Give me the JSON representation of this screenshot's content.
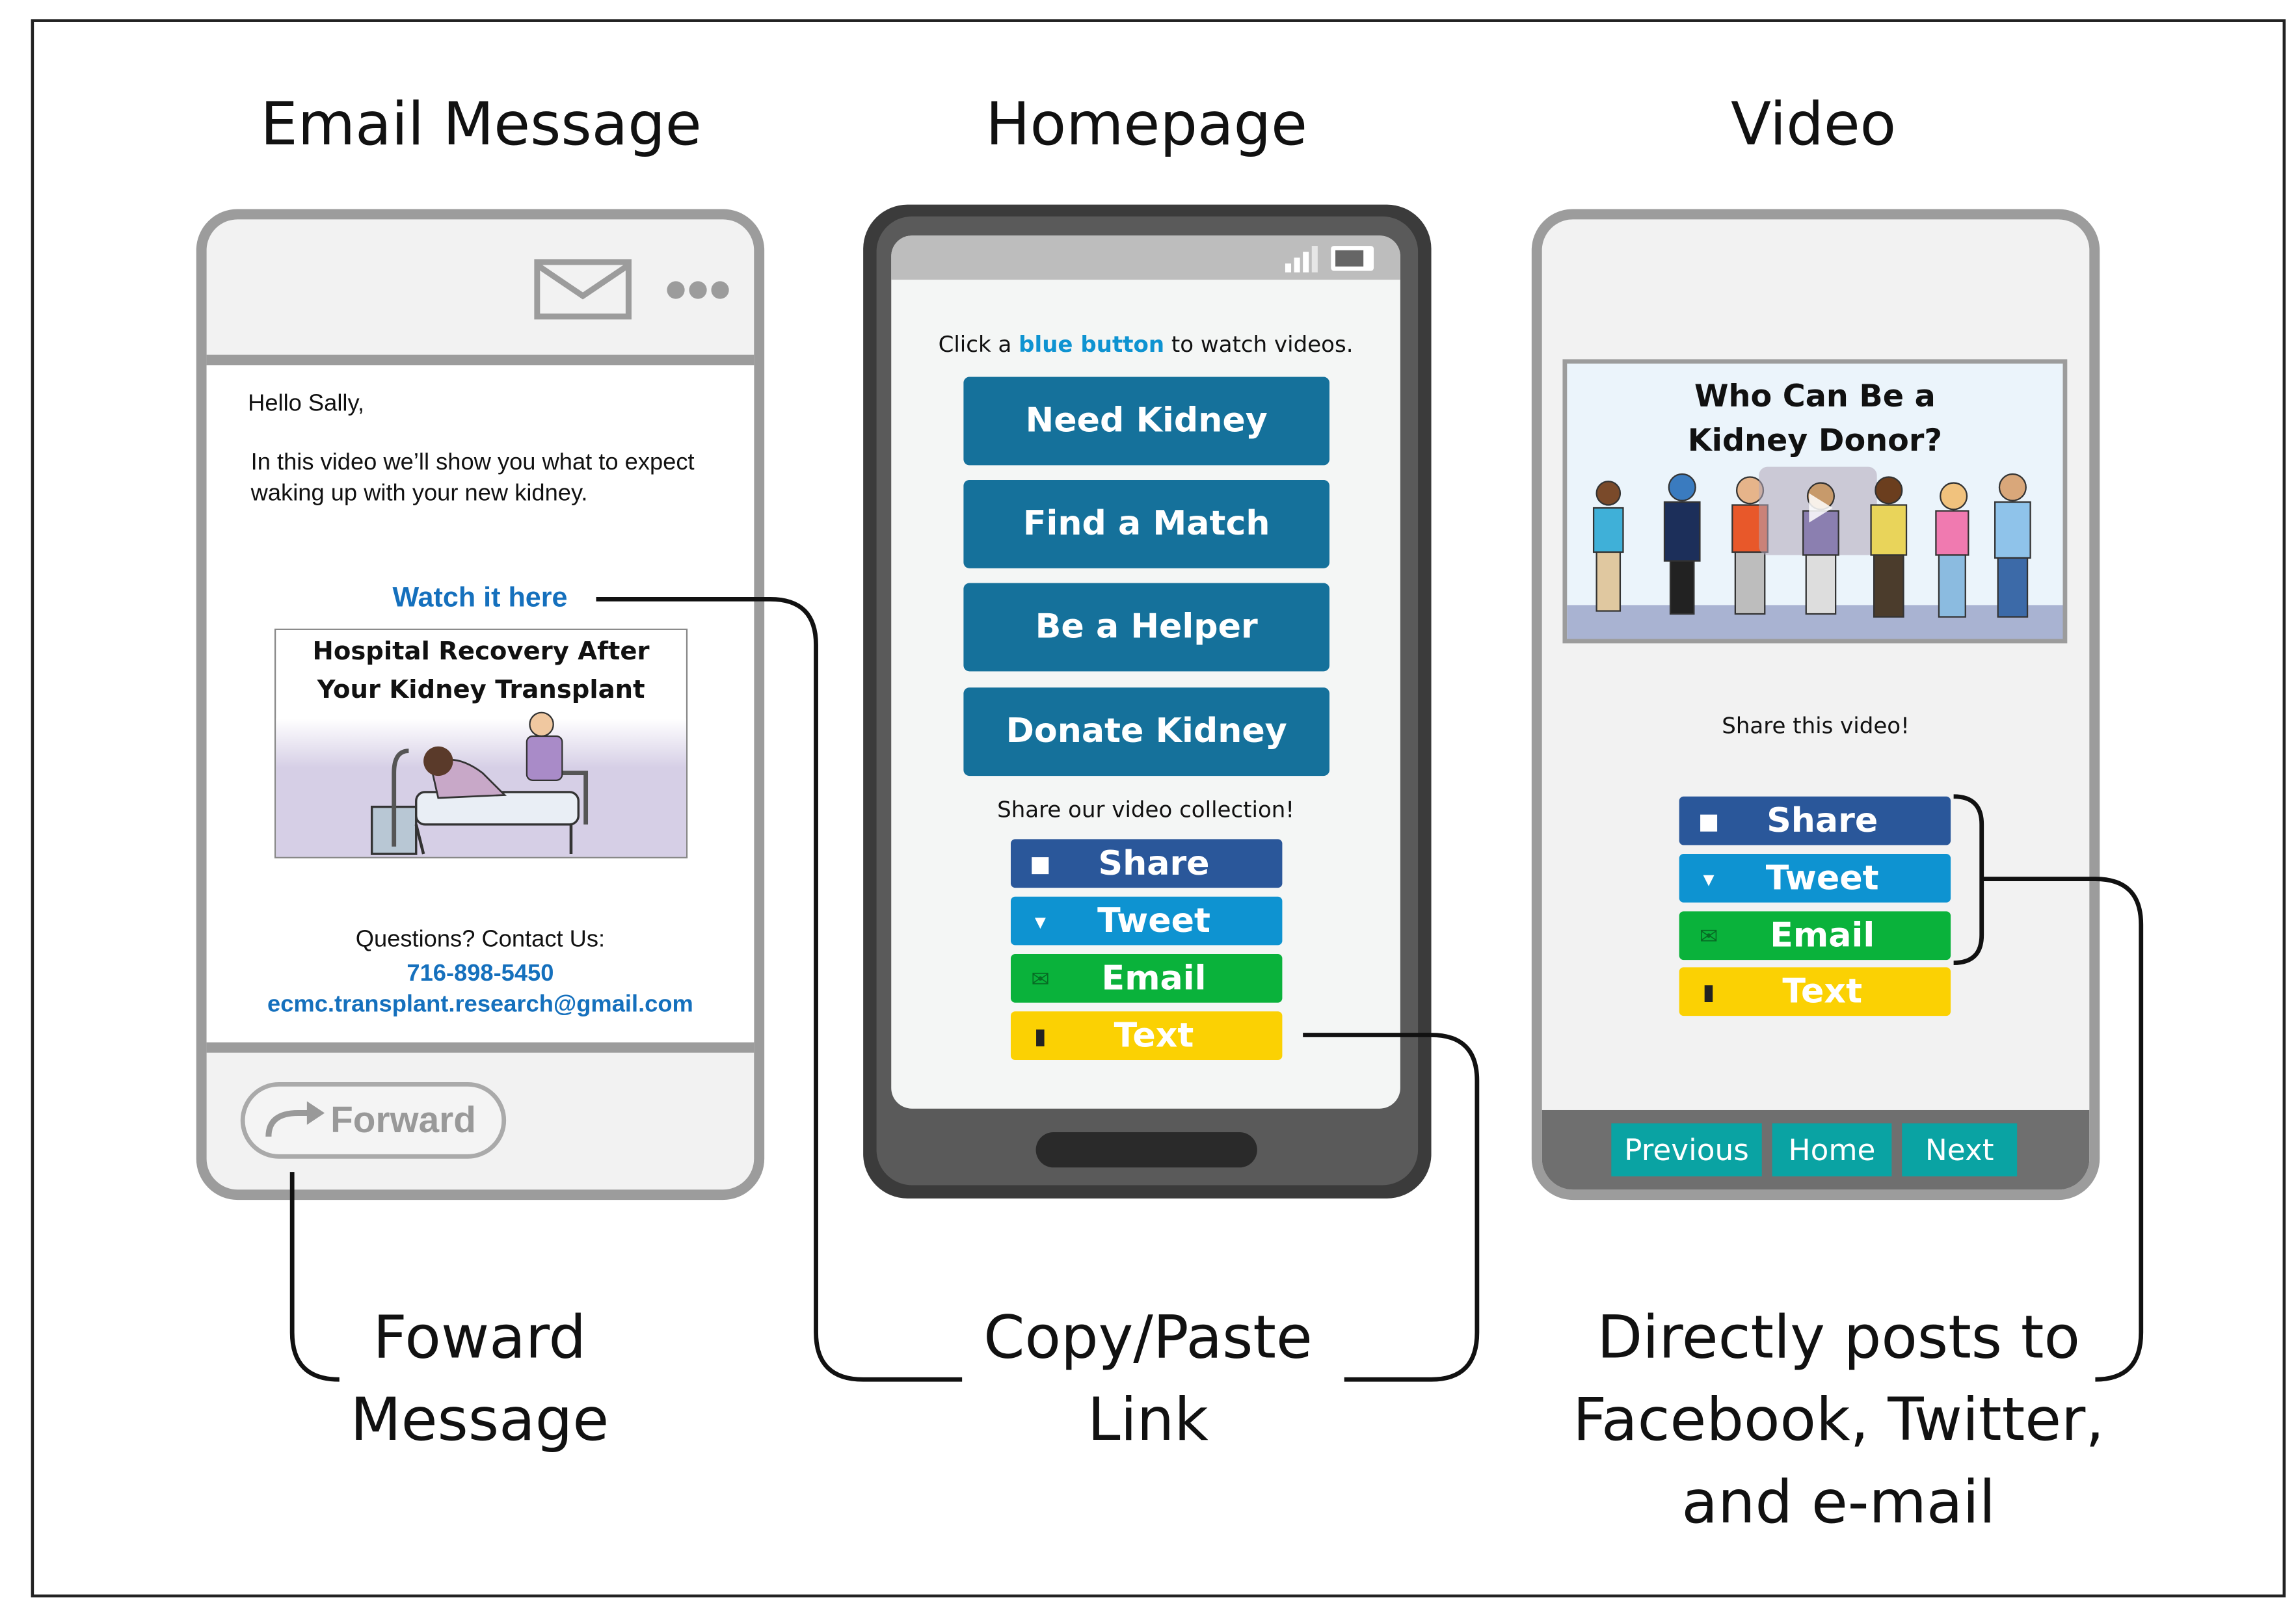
{
  "titles": {
    "email": "Email Message",
    "homepage": "Homepage",
    "video": "Video"
  },
  "email_phone": {
    "greeting": "Hello Sally,",
    "body_line1": "In this video we’ll show you what to expect",
    "body_line2": "waking up with your new kidney.",
    "watch_link": "Watch it here",
    "thumb_title_line1": "Hospital Recovery After",
    "thumb_title_line2": "Your Kidney Transplant",
    "contact_label": "Questions? Contact Us:",
    "phone": "716-898-5450",
    "email": "ecmc.transplant.research@gmail.com",
    "forward_label": "Forward"
  },
  "home_phone": {
    "instruction_pre": "Click a ",
    "instruction_link": "blue button",
    "instruction_post": " to watch videos.",
    "buttons": [
      "Need Kidney",
      "Find a Match",
      "Be a Helper",
      "Donate Kidney"
    ],
    "share_label": "Share our video collection!",
    "share_buttons": [
      "Share",
      "Tweet",
      "Email",
      "Text"
    ]
  },
  "video_phone": {
    "video_title_line1": "Who Can Be a",
    "video_title_line2": "Kidney Donor?",
    "share_label": "Share this video!",
    "share_buttons": [
      "Share",
      "Tweet",
      "Email",
      "Text"
    ],
    "nav": [
      "Previous",
      "Home",
      "Next"
    ]
  },
  "captions": {
    "forward_line1": "Foward",
    "forward_line2": "Message",
    "copy_line1": "Copy/Paste",
    "copy_line2": "Link",
    "direct_line1": "Directly posts to",
    "direct_line2": "Facebook, Twitter,",
    "direct_line3": "and e-mail"
  },
  "colors": {
    "facebook": "#2a579a",
    "twitter": "#0e93d1",
    "email": "#0ab23b",
    "text": "#fbd103",
    "primary_button": "#15719b",
    "nav_button": "#0aa3a3",
    "link": "#1570bd"
  },
  "icons": [
    "envelope-icon",
    "more-dots-icon",
    "forward-arrow-icon",
    "signal-icon",
    "battery-icon",
    "facebook-icon",
    "twitter-icon",
    "email-icon",
    "phone-icon",
    "play-icon"
  ]
}
